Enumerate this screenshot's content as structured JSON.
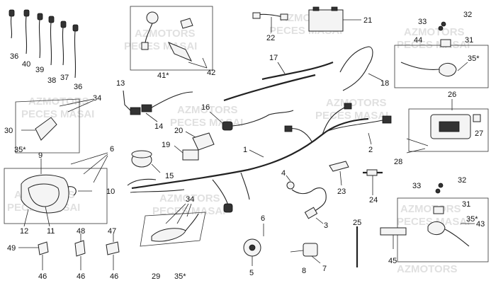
{
  "watermark": {
    "line1": "AZMOTORS",
    "line2": "PECES MASAI"
  },
  "callouts": [
    "1",
    "2",
    "3",
    "4",
    "5",
    "6",
    "7",
    "8",
    "9",
    "10",
    "11",
    "12",
    "13",
    "14",
    "15",
    "16",
    "17",
    "18",
    "19",
    "20",
    "21",
    "22",
    "23",
    "24",
    "25",
    "26",
    "27",
    "28",
    "29",
    "30",
    "31",
    "32",
    "33",
    "34",
    "35*",
    "36",
    "37",
    "38",
    "39",
    "40",
    "41*",
    "42",
    "43",
    "44",
    "45",
    "46",
    "47",
    "48",
    "49"
  ],
  "repeat_labels": {
    "six_b": "6",
    "thirtyone_b": "31",
    "thirtytwo_b": "32",
    "thirtythree_b": "33",
    "thirtyfour_b": "34",
    "thirtyfivestar_b": "35*",
    "thirtyfivestar_c": "35*",
    "thirtyfivestar_d": "35*",
    "thirtysix_b": "36",
    "fortysix_b": "46",
    "fortysix_c": "46"
  }
}
